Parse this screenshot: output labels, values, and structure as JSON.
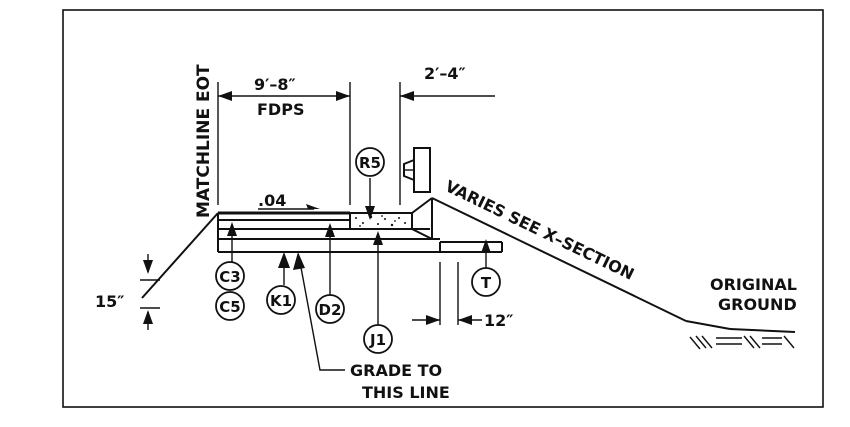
{
  "labels": {
    "matchline": "MATCHLINE EOT",
    "dim_width": "9′–8″",
    "dim_width_sub": "FDPS",
    "dim_offset": "2′–4″",
    "slope": ".04",
    "varies": "VARIES SEE X–SECTION",
    "original_ground_1": "ORIGINAL",
    "original_ground_2": "GROUND",
    "grade_1": "GRADE TO",
    "grade_2": "THIS LINE",
    "dim_depth": "15″",
    "dim_12": "12″"
  },
  "callouts": {
    "r5": "R5",
    "c3": "C3",
    "c5": "C5",
    "k1": "K1",
    "d2": "D2",
    "j1": "J1",
    "t": "T"
  }
}
